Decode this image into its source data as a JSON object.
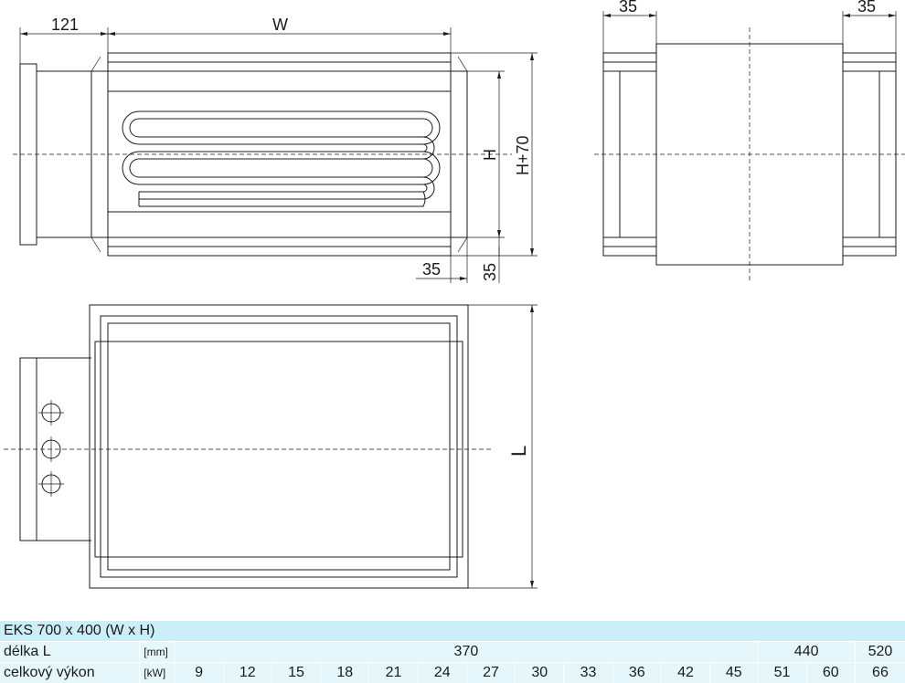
{
  "dimensions": {
    "inlet": "121",
    "width": "W",
    "height": "H",
    "height_plus": "H+70",
    "side_left": "35",
    "side_right": "35",
    "bottom_h": "35",
    "bottom_v": "35",
    "length": "L"
  },
  "table": {
    "title": "EKS 700 x 400 (W x H)",
    "length_row": {
      "label": "délka L",
      "unit": "[mm]",
      "values": [
        "370",
        "440",
        "520"
      ]
    },
    "power_row": {
      "label": "celkový výkon",
      "unit": "[kW]",
      "values": [
        "9",
        "12",
        "15",
        "18",
        "21",
        "24",
        "27",
        "30",
        "33",
        "36",
        "42",
        "45",
        "51",
        "60",
        "66"
      ]
    }
  },
  "colors": {
    "title_bg": "#cbeef8",
    "row_bg": "#e6f7fc",
    "line": "#1a1a1a"
  }
}
